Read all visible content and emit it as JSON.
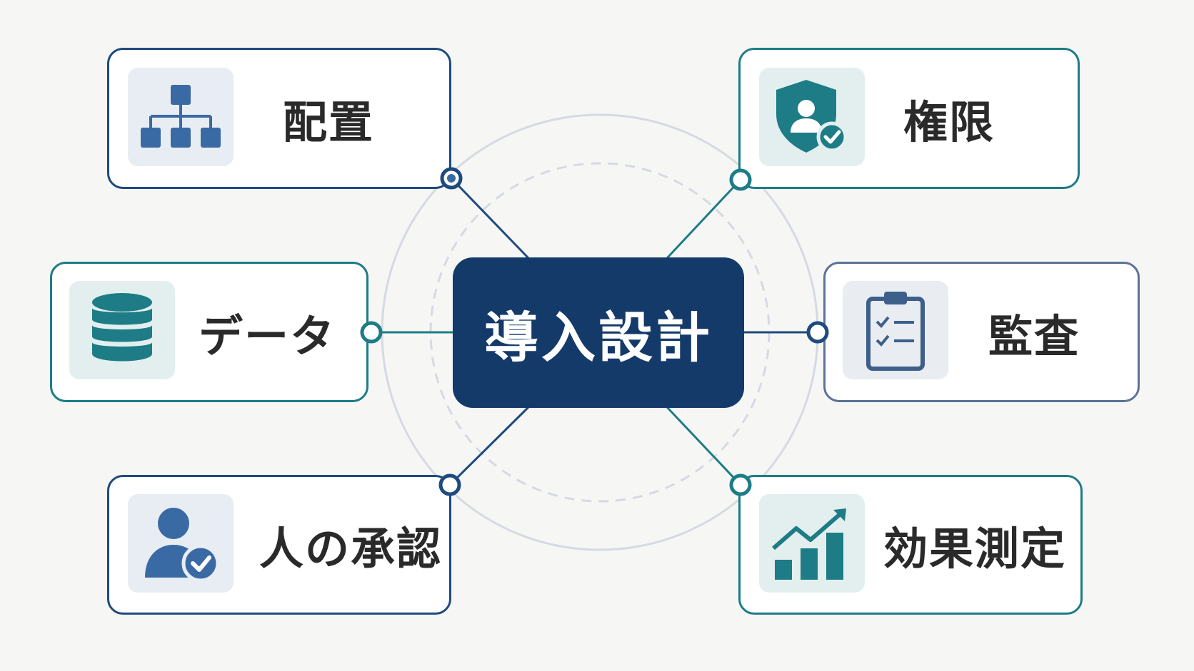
{
  "center": {
    "title": "導入設計"
  },
  "nodes": {
    "placement": {
      "label": "配置",
      "icon": "org-chart-icon"
    },
    "permission": {
      "label": "権限",
      "icon": "shield-user-check-icon"
    },
    "data": {
      "label": "データ",
      "icon": "database-icon"
    },
    "audit": {
      "label": "監査",
      "icon": "clipboard-checklist-icon"
    },
    "approval": {
      "label": "人の承認",
      "icon": "person-check-icon"
    },
    "measurement": {
      "label": "効果測定",
      "icon": "growth-chart-icon"
    }
  },
  "colors": {
    "navy": "#1e4a7e",
    "teal": "#1d7c86",
    "slate": "#5b7396",
    "center_fill": "#143a6a",
    "label_text": "#2a2a2a"
  }
}
